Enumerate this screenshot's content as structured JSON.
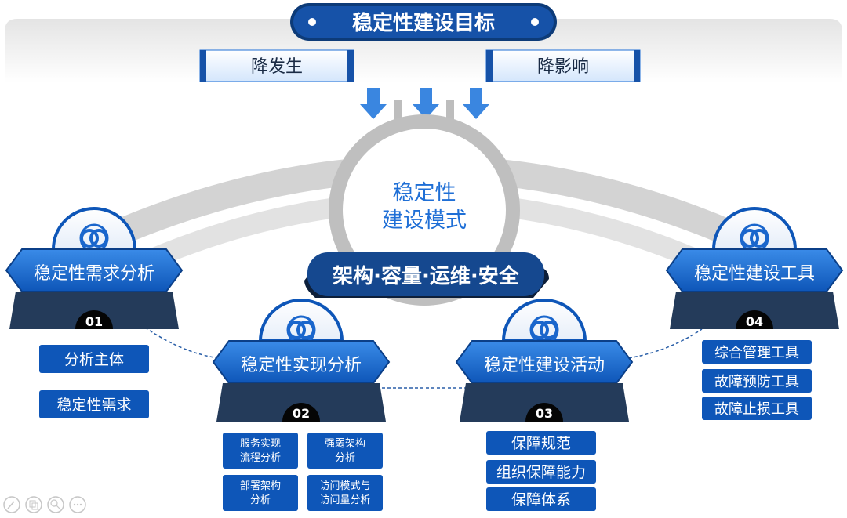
{
  "title": "稳定性建设目标",
  "goals": [
    "降发生",
    "降影响"
  ],
  "center": {
    "line1": "稳定性",
    "line2": "建设模式",
    "banner": "架构·容量·运维·安全"
  },
  "modules": [
    {
      "number": "01",
      "title": "稳定性需求分析",
      "items": [
        "分析主体",
        "稳定性需求"
      ]
    },
    {
      "number": "02",
      "title": "稳定性实现分析",
      "items": [
        "服务实现流程分析",
        "强弱架构分析",
        "部署架构分析",
        "访问模式与访问量分析"
      ]
    },
    {
      "number": "03",
      "title": "稳定性建设活动",
      "items": [
        "保障规范",
        "组织保障能力",
        "保障体系"
      ]
    },
    {
      "number": "04",
      "title": "稳定性建设工具",
      "items": [
        "综合管理工具",
        "故障预防工具",
        "故障止损工具"
      ]
    }
  ],
  "colors": {
    "primary": "#0e56b8",
    "dark": "#0d3b78",
    "navy": "#243b5a",
    "light": "#cfe2fb",
    "gray": "#c4c4c4"
  },
  "icons": [
    "link-icon",
    "pen-icon",
    "copy-icon",
    "zoom-icon",
    "more-icon"
  ]
}
